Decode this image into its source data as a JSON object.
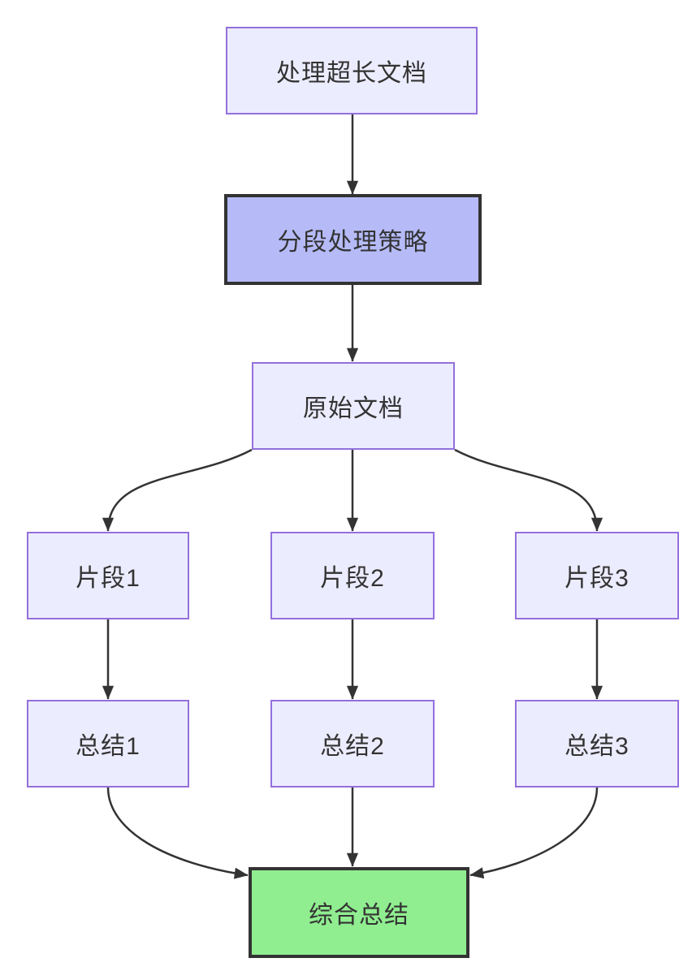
{
  "diagram": {
    "type": "flowchart",
    "direction": "top-down",
    "nodes": [
      {
        "id": "A",
        "label": "处理超长文档",
        "style": "default"
      },
      {
        "id": "B",
        "label": "分段处理策略",
        "style": "emphasis-purple"
      },
      {
        "id": "C",
        "label": "原始文档",
        "style": "default"
      },
      {
        "id": "D1",
        "label": "片段1",
        "style": "default"
      },
      {
        "id": "D2",
        "label": "片段2",
        "style": "default"
      },
      {
        "id": "D3",
        "label": "片段3",
        "style": "default"
      },
      {
        "id": "E1",
        "label": "总结1",
        "style": "default"
      },
      {
        "id": "E2",
        "label": "总结2",
        "style": "default"
      },
      {
        "id": "E3",
        "label": "总结3",
        "style": "default"
      },
      {
        "id": "F",
        "label": "综合总结",
        "style": "emphasis-green"
      }
    ],
    "edges": [
      {
        "from": "A",
        "to": "B"
      },
      {
        "from": "B",
        "to": "C"
      },
      {
        "from": "C",
        "to": "D1"
      },
      {
        "from": "C",
        "to": "D2"
      },
      {
        "from": "C",
        "to": "D3"
      },
      {
        "from": "D1",
        "to": "E1"
      },
      {
        "from": "D2",
        "to": "E2"
      },
      {
        "from": "D3",
        "to": "E3"
      },
      {
        "from": "E1",
        "to": "F"
      },
      {
        "from": "E2",
        "to": "F"
      },
      {
        "from": "E3",
        "to": "F"
      }
    ],
    "colors": {
      "default_fill": "#ECECFF",
      "default_border": "#9370DB",
      "emphasis_purple_fill": "#B6BBF8",
      "emphasis_green_fill": "#90EE90",
      "emphasis_border": "#333333",
      "edge": "#333333",
      "text": "#333333",
      "background": "#FFFFFF"
    }
  }
}
